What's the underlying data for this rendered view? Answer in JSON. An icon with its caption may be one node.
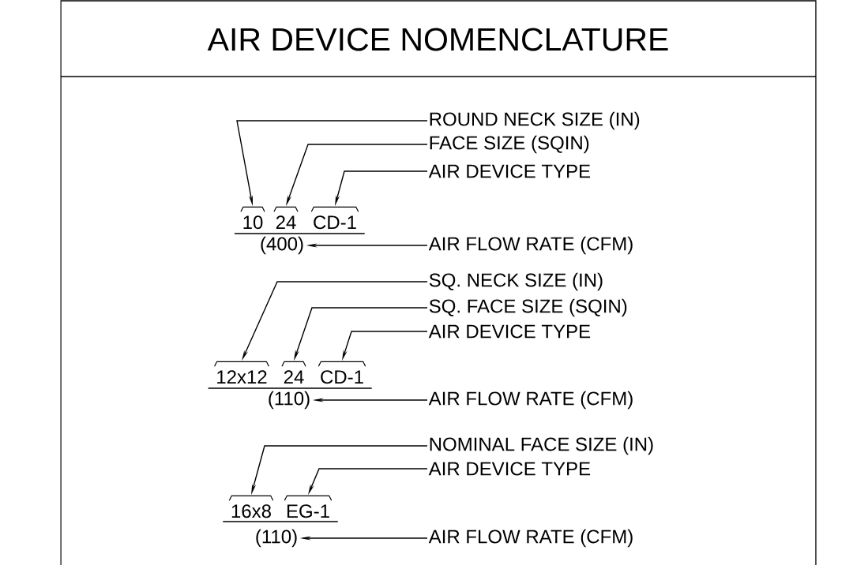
{
  "diagram": {
    "title": "AIR DEVICE NOMENCLATURE",
    "nodes": [
      {
        "text": [
          "ROUND NECK SIZE (IN)"
        ]
      },
      {
        "text": [
          "FACE SIZE (SQIN)"
        ]
      },
      {
        "text": [
          "AIR DEVICE TYPE"
        ]
      },
      {
        "text": [
          "10"
        ]
      },
      {
        "text": [
          "24"
        ]
      },
      {
        "text": [
          "CD-1"
        ]
      },
      {
        "text": [
          "(400)"
        ]
      },
      {
        "text": [
          "AIR FLOW RATE (CFM)"
        ]
      },
      {
        "text": [
          "SQ. NECK SIZE (IN)"
        ]
      },
      {
        "text": [
          "SQ. FACE SIZE (SQIN)"
        ]
      },
      {
        "text": [
          "AIR DEVICE TYPE"
        ]
      },
      {
        "text": [
          "12x12"
        ]
      },
      {
        "text": [
          "24"
        ]
      },
      {
        "text": [
          "CD-1"
        ]
      },
      {
        "text": [
          "(110)"
        ]
      },
      {
        "text": [
          "AIR FLOW RATE (CFM)"
        ]
      },
      {
        "text": [
          "NOMINAL FACE SIZE (IN)"
        ]
      },
      {
        "text": [
          "AIR DEVICE TYPE"
        ]
      },
      {
        "text": [
          "16x8"
        ]
      },
      {
        "text": [
          "EG-1"
        ]
      },
      {
        "text": [
          "(110)"
        ]
      },
      {
        "text": [
          "AIR FLOW RATE (CFM)"
        ]
      }
    ],
    "edges": [
      {
        "from": 0,
        "to": 3,
        "arrow": "to"
      },
      {
        "from": 1,
        "to": 4,
        "arrow": "to"
      },
      {
        "from": 2,
        "to": 5,
        "arrow": "to"
      },
      {
        "from": 7,
        "to": 6,
        "arrow": "to"
      },
      {
        "from": 8,
        "to": 11,
        "arrow": "to"
      },
      {
        "from": 9,
        "to": 12,
        "arrow": "to"
      },
      {
        "from": 10,
        "to": 13,
        "arrow": "to"
      },
      {
        "from": 15,
        "to": 14,
        "arrow": "to"
      },
      {
        "from": 16,
        "to": 18,
        "arrow": "to"
      },
      {
        "from": 17,
        "to": 19,
        "arrow": "to"
      },
      {
        "from": 21,
        "to": 20,
        "arrow": "to"
      }
    ]
  }
}
